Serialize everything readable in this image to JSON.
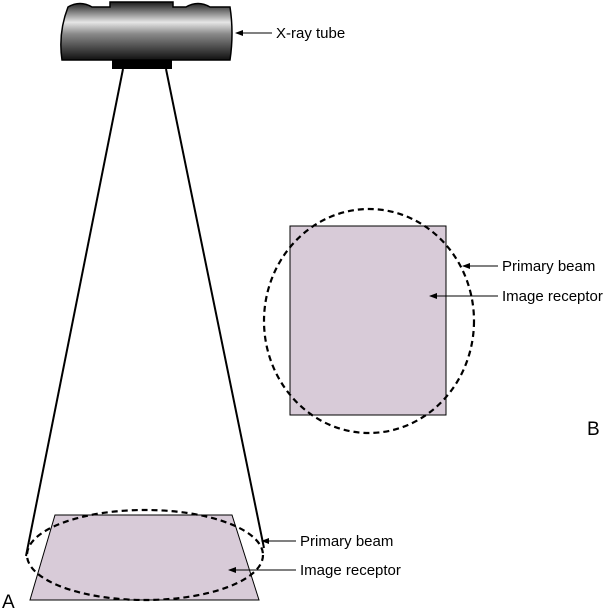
{
  "labels": {
    "tube": "X-ray tube",
    "primary_beam_b": "Primary beam",
    "image_receptor_b": "Image receptor",
    "primary_beam_a": "Primary beam",
    "image_receptor_a": "Image receptor"
  },
  "panels": {
    "a": "A",
    "b": "B"
  },
  "colors": {
    "receptor_fill": "#d8cbd8",
    "line": "#000000"
  }
}
